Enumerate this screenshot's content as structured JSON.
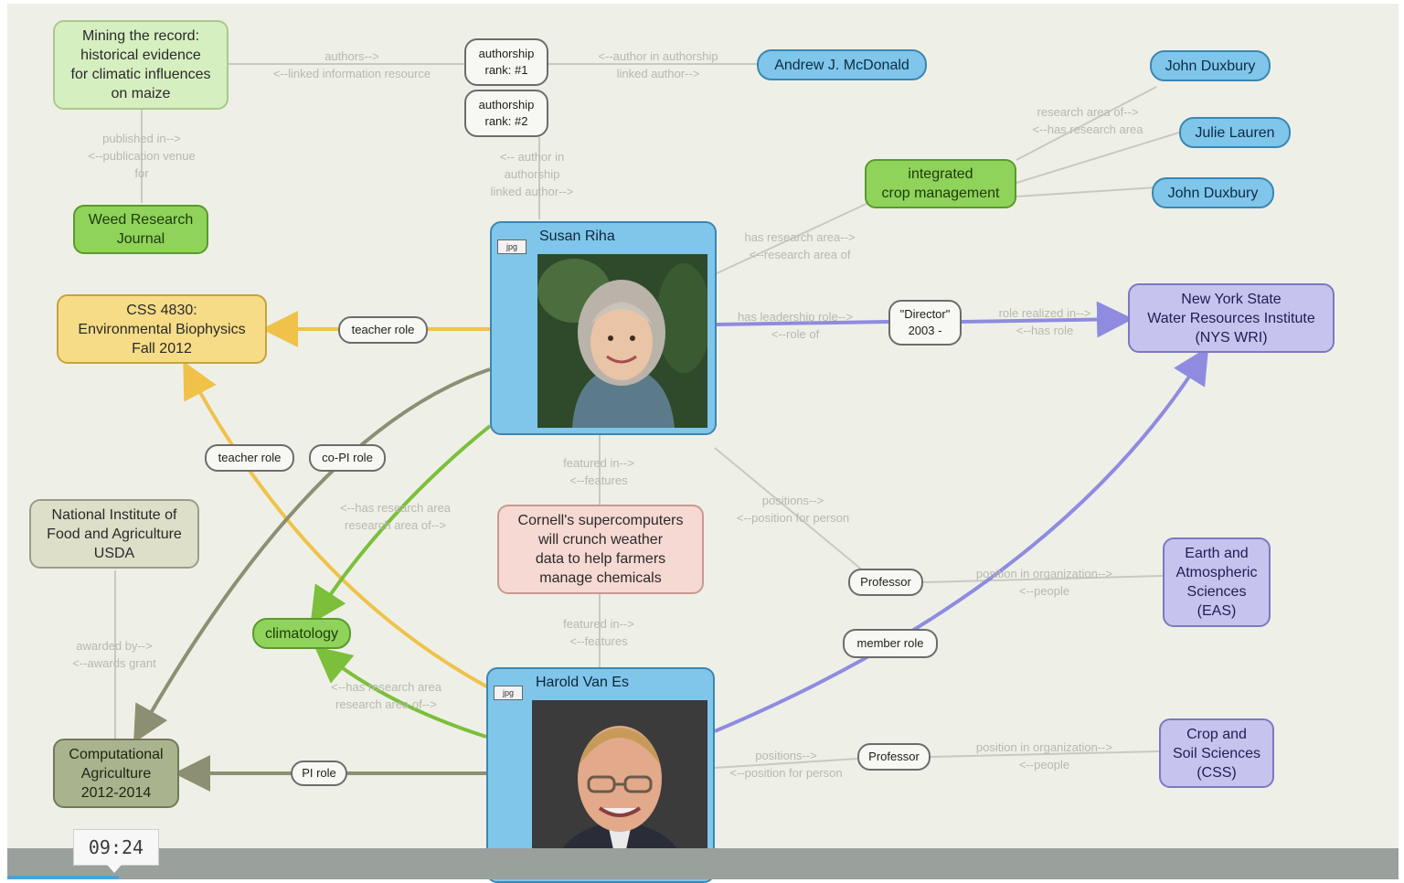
{
  "nodes": {
    "paper": "Mining the record:\nhistorical evidence\nfor climatic influences\non maize",
    "journal": "Weed Research\nJournal",
    "course": "CSS 4830:\nEnvironmental Biophysics\nFall 2012",
    "nifa": "National Institute of\nFood and Agriculture\nUSDA",
    "comp_ag": "Computational\nAgriculture\n2012-2014",
    "climatology": "climatology",
    "news": "Cornell's supercomputers\nwill crunch weather\ndata to help farmers\nmanage chemicals",
    "andrew": "Andrew J. McDonald",
    "duxbury1": "John Duxbury",
    "lauren": "Julie Lauren",
    "duxbury2": "John Duxbury",
    "icm": "integrated\ncrop management",
    "nyswri": "New York State\nWater Resources Institute\n(NYS WRI)",
    "eas": "Earth and\nAtmospheric\nSciences\n(EAS)",
    "css": "Crop and\nSoil Sciences\n(CSS)"
  },
  "people": {
    "riha": {
      "name": "Susan Riha",
      "tag": "jpg"
    },
    "vanes": {
      "name": "Harold Van Es",
      "tag": "jpg"
    }
  },
  "pills": {
    "auth1": "authorship\nrank: #1",
    "auth2": "authorship\nrank: #2",
    "teacher1": "teacher role",
    "teacher2": "teacher role",
    "copi": "co-PI role",
    "director": "\"Director\"\n2003 -",
    "prof1": "Professor",
    "member": "member role",
    "prof2": "Professor",
    "pi": "PI role"
  },
  "edge_labels": {
    "authors": "authors-->\n<--linked information resource",
    "author_in1": "<--author in authorship\nlinked author-->",
    "published": "published in-->\n<--publication venue\nfor",
    "author_in2": "<-- author in\nauthorship\nlinked author-->",
    "research_area_of": "research area of-->\n<--has research area",
    "has_research1": "has research area-->\n<--research area of",
    "leadership": "has leadership role-->\n<--role of",
    "realized": "role realized in-->\n<--has role",
    "featured1": "featured in-->\n<--features",
    "positions1": "positions-->\n<--position for person",
    "has_research2": "<--has research area\nresearch area of-->",
    "org1": "position in organization-->\n<--people",
    "awarded": "awarded by-->\n<--awards grant",
    "featured2": "featured in-->\n<--features",
    "has_research3": "<--has research area\nresearch area of-->",
    "positions2": "positions-->\n<--position for person",
    "org2": "position in organization-->\n<--people"
  },
  "player": {
    "timestamp": "09:24",
    "progress": 0.08
  },
  "colors": {
    "teacher_edge": "#f0c24a",
    "research_edge": "#7cbf3a",
    "grant_edge": "#8d8f72",
    "org_edge": "#8f8be0",
    "faint_edge": "#c8cabf"
  }
}
